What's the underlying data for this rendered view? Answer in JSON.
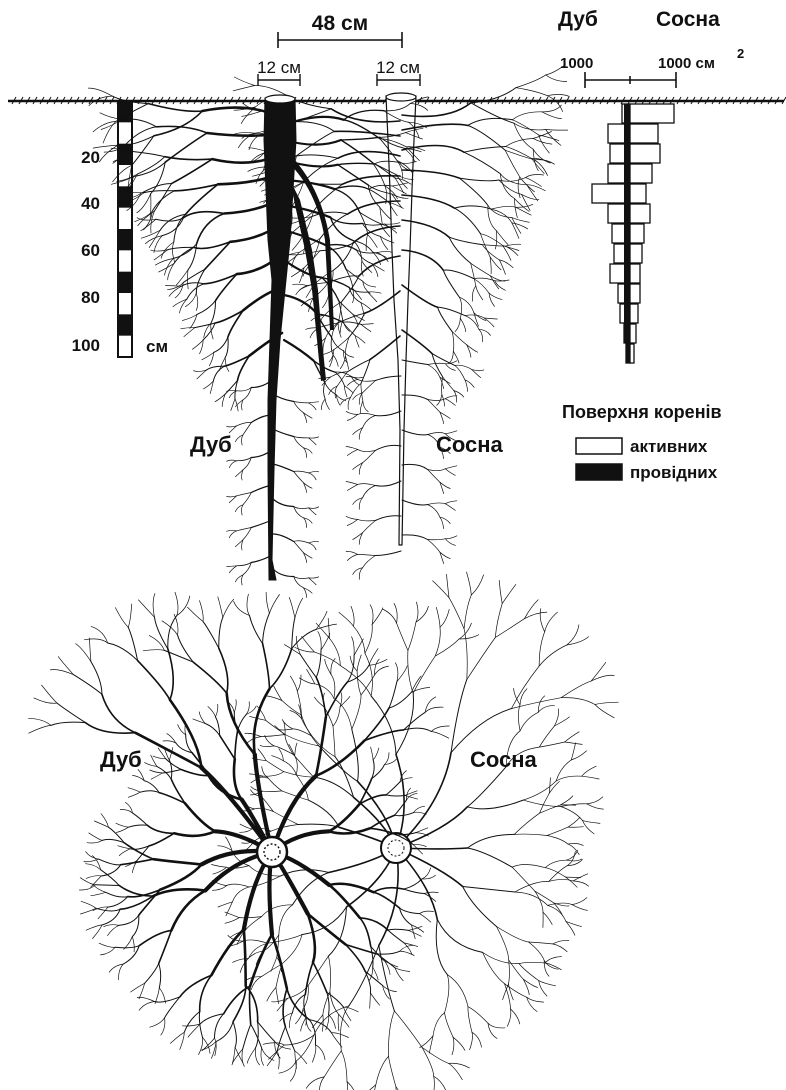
{
  "top": {
    "distance_label": "48 см",
    "left_trunk_label": "12 см",
    "right_trunk_label": "12 см",
    "oak_label": "Дуб",
    "pine_label": "Сосна"
  },
  "scale": {
    "ticks": [
      "20",
      "40",
      "60",
      "80",
      "100"
    ],
    "unit": "см"
  },
  "histogram": {
    "oak_header": "Дуб",
    "pine_header": "Сосна",
    "left_value": "1000",
    "right_value": "1000 см",
    "right_superscript": "2"
  },
  "legend": {
    "title": "Поверхня коренів",
    "active": "активних",
    "conducting": "провідних"
  },
  "bottom": {
    "oak_label": "Дуб",
    "pine_label": "Сосна"
  }
}
